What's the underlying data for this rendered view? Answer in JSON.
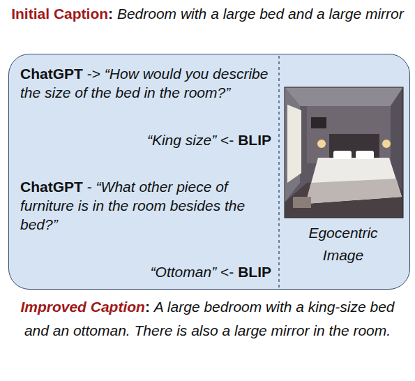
{
  "diagram": {
    "nodes": [
      {
        "text": [
          "ChatGPT",
          "->",
          "“How would you describe the size of the bed in the room?”",
          "“King size”",
          "<-",
          "BLIP",
          "ChatGPT",
          "-",
          "“What other piece of furniture is in the room besides the bed?”",
          "“Ottoman”",
          "<-",
          "BLIP"
        ]
      },
      {
        "text": [
          "Egocentric Image"
        ],
        "in": 0
      }
    ],
    "labels": [
      "Initial Caption",
      ":",
      "Bedroom with a large bed and a large mirror",
      "Improved Caption",
      ":",
      "A large bedroom with a king-size bed and an ottoman. There is also a large mirror in the room."
    ]
  }
}
